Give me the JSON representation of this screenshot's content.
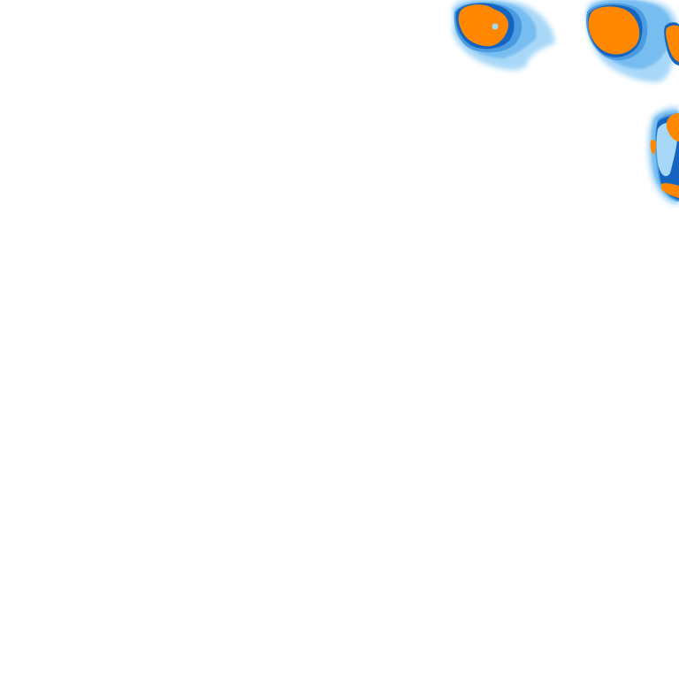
{
  "map": {
    "kind": "weather-radar-tile",
    "background_color": "#ffffff",
    "legend_colors": {
      "light": "#a8d8f8",
      "light_moderate": "#78bdf0",
      "moderate": "#4a9be0",
      "heavy": "#1565c0",
      "intense": "#ff8800"
    },
    "cells": [
      {
        "name": "precip-cell-north-west",
        "max_intensity": "intense"
      },
      {
        "name": "precip-cell-north-east",
        "max_intensity": "intense"
      },
      {
        "name": "precip-cell-east",
        "max_intensity": "intense"
      }
    ]
  }
}
